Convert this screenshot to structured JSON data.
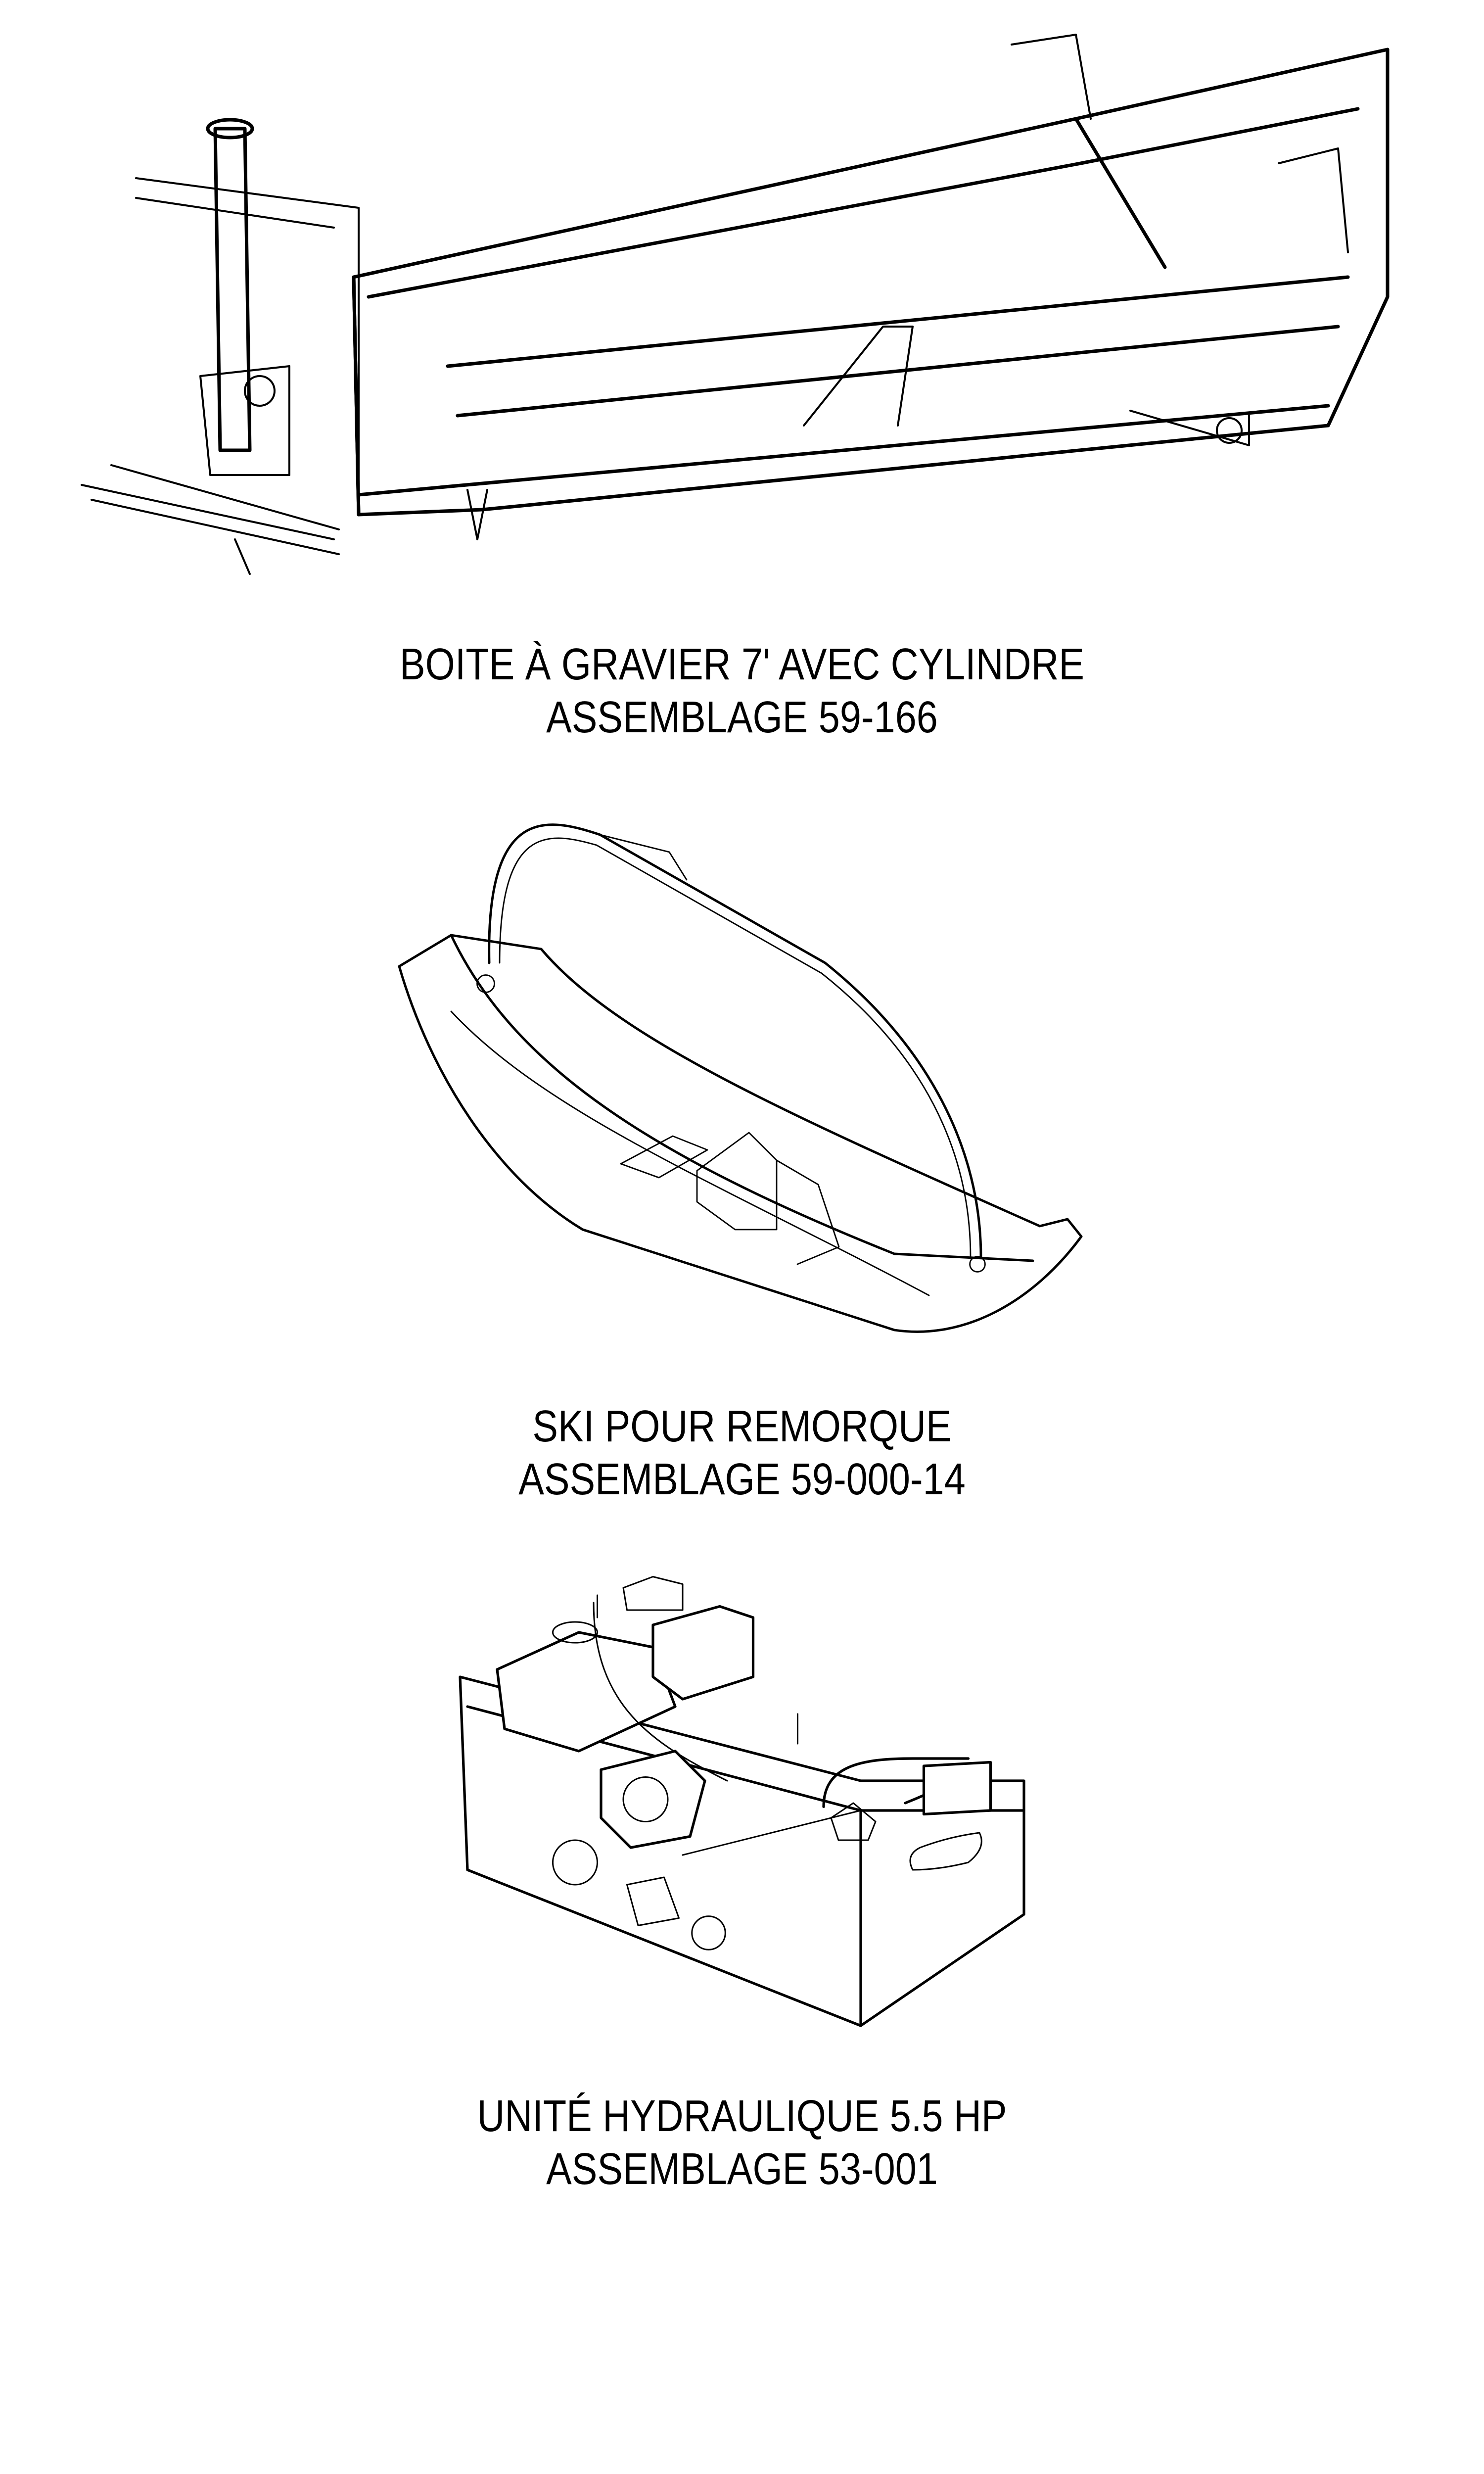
{
  "figures": [
    {
      "title": "BOITE À GRAVIER 7' AVEC CYLINDRE",
      "assembly": "ASSEMBLAGE 59-166"
    },
    {
      "title": "SKI POUR REMORQUE",
      "assembly": "ASSEMBLAGE 59-000-14"
    },
    {
      "title": "UNITÉ HYDRAULIQUE 5.5 HP",
      "assembly": "ASSEMBLAGE 53-001"
    }
  ]
}
